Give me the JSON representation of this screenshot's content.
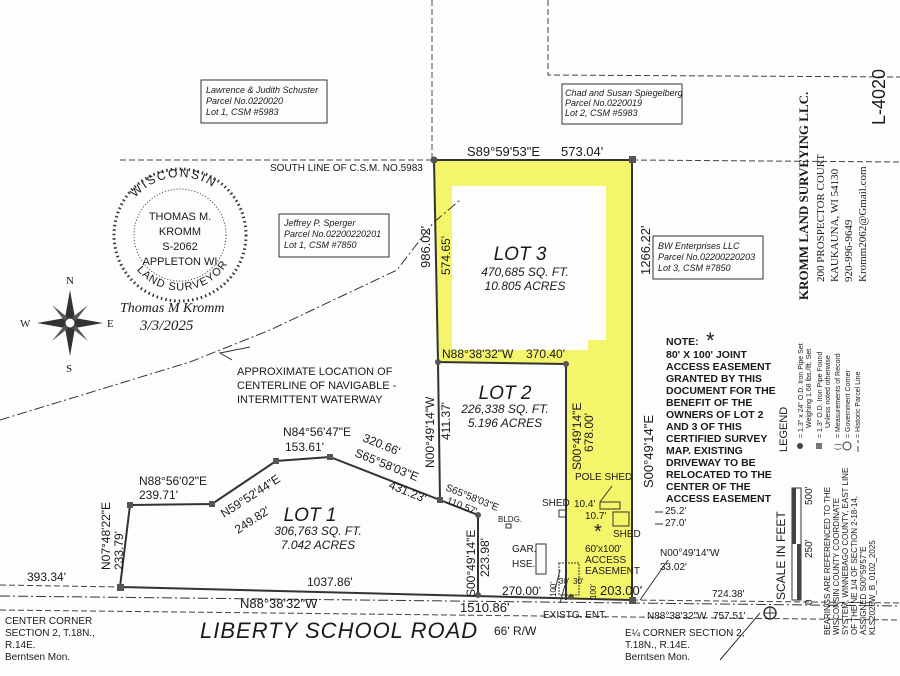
{
  "document_id": "L-4020",
  "firm": {
    "name": "KROMM LAND SURVEYING LLC.",
    "address": "200 PROSPECTOR COURT",
    "city": "KAUKAUNA, WI 54130",
    "phone": "920-996-9649",
    "email": "Kromm2062@Gmail.com"
  },
  "legend": {
    "title": "LEGEND",
    "items": [
      {
        "symbol": "filled-circle",
        "text": "= 1.3\" x 24\" O.D. Iron Pipe Set",
        "text2": "Weighing 1.68 lbs./lft. Set"
      },
      {
        "symbol": "filled-square",
        "text": "= 1.3\" O.D. Iron Pipe Found",
        "text2": "Unless noted otherwise"
      },
      {
        "symbol": "parentheses",
        "text": "= Measurements of Record",
        "text2": ""
      },
      {
        "symbol": "government-corner",
        "text": "= Government Corner",
        "text2": ""
      },
      {
        "symbol": "dashed-line",
        "text": "= Historic Parcel Line",
        "text2": ""
      }
    ]
  },
  "scale": {
    "title": "SCALE IN FEET",
    "ticks": [
      "0",
      "250'",
      "500'"
    ]
  },
  "bearings_note": [
    "BEARINGS ARE REFERENCED TO THE",
    "WISCONSIN COUNTY COORDINATE",
    "SYSTEM, WINNEBAGO COUNTY, EAST LINE",
    "OF THE NE 1/4 OF SECTION 2-18-14,",
    "ASSIGNED S00°59'57\"E",
    "KLS2025W_B_0102_2025"
  ],
  "seal": {
    "top": "WISCONSIN",
    "line1": "THOMAS M.",
    "line2": "KROMM",
    "line3": "S-2062",
    "line4": "APPLETON WI",
    "bottom": "LAND SURVEYOR",
    "signature": "Thomas M Kromm",
    "date": "3/3/2025"
  },
  "compass": {
    "n": "N",
    "s": "S",
    "e": "E",
    "w": "W"
  },
  "owners": [
    {
      "name": "Lawrence & Judith Schuster",
      "parcel": "Parcel No.0220020",
      "lot": "Lot 1, CSM #5983"
    },
    {
      "name": "Chad and Susan Spiegelberg",
      "parcel": "Parcel No.0220019",
      "lot": "Lot 2, CSM #5983"
    },
    {
      "name": "Jeffrey P. Sperger",
      "parcel": "Parcel No.02200220201",
      "lot": "Lot 1, CSM #7850"
    },
    {
      "name": "BW Enterprises LLC",
      "parcel": "Parcel No.02200220203",
      "lot": "Lot 3, CSM #7850"
    }
  ],
  "south_line_label": "SOUTH LINE OF C.S.M. NO.5983",
  "waterway_label": [
    "APPROXIMATE LOCATION OF",
    "CENTERLINE OF NAVIGABLE -",
    "INTERMITTENT WATERWAY"
  ],
  "lots": [
    {
      "name": "LOT 1",
      "sqft": "306,763 SQ. FT.",
      "acres": "7.042 ACRES"
    },
    {
      "name": "LOT 2",
      "sqft": "226,338 SQ. FT.",
      "acres": "5.196 ACRES"
    },
    {
      "name": "LOT 3",
      "sqft": "470,685 SQ. FT.",
      "acres": "10.805 ACRES"
    }
  ],
  "note": {
    "title": "NOTE:",
    "lines": [
      "80' X 100' JOINT",
      "ACCESS EASEMENT",
      "GRANTED BY THIS",
      "DOCUMENT FOR THE",
      "BENEFIT OF THE",
      "OWNERS OF LOT 2",
      "AND 3 OF THIS",
      "CERTIFIED SURVEY",
      "MAP. EXISTING",
      "DRIVEWAY TO BE",
      "RELOCATED TO THE",
      "CENTER OF THE",
      "ACCESS EASEMENT"
    ]
  },
  "dims": [
    "S89°59'53\"E",
    "573.04'",
    "986.02'",
    "574.65'",
    "1266.22'",
    "N88°38'32\"W",
    "370.40'",
    "N00°49'14\"W",
    "411.37'",
    "S00°49'14\"E",
    "678.00'",
    "S00°49'14\"E",
    "N84°56'47\"E",
    "153.61'",
    "320.66'",
    "S65°58'03\"E",
    "431.23'",
    "N59°52'44\"E",
    "249.82'",
    "N88°56'02\"E",
    "239.71'",
    "N07°48'22\"E",
    "233.79'",
    "393.34'",
    "1037.86'",
    "N88°38'32\"W",
    "1510.86'",
    "S65°58'03\"E",
    "110.57'",
    "S00°49'14\"E",
    "223.98'",
    "270.00'",
    "203.00'",
    "N00°49'14\"W",
    "33.02'",
    "724.38'",
    "N88°38'32\"W",
    "757.51'",
    "25.2'",
    "27.0'",
    "10.4'",
    "10.7'",
    "100'",
    "30'",
    "30'",
    "100'"
  ],
  "structures": {
    "pole_shed": "POLE SHED",
    "shed1": "SHED",
    "shed2": "SHED",
    "bldg": "BLDG.",
    "gar": "GAR.",
    "hse": "HSE.",
    "existing_ent": "EXISTG. ENT.",
    "easement": [
      "60'x100'",
      "ACCESS",
      "EASEMENT"
    ]
  },
  "road": {
    "name": "LIBERTY   SCHOOL   ROAD",
    "rw": "66' R/W"
  },
  "center_corner": [
    "CENTER CORNER",
    "SECTION 2, T.18N.,",
    "R.14E.",
    "Berntsen Mon."
  ],
  "e_corner": [
    "E¼ CORNER SECTION 2,",
    "T.18N., R.14E.",
    "Berntsen Mon."
  ],
  "colors": {
    "highlight": "#f4f56a",
    "ink": "#1a1a1a"
  }
}
